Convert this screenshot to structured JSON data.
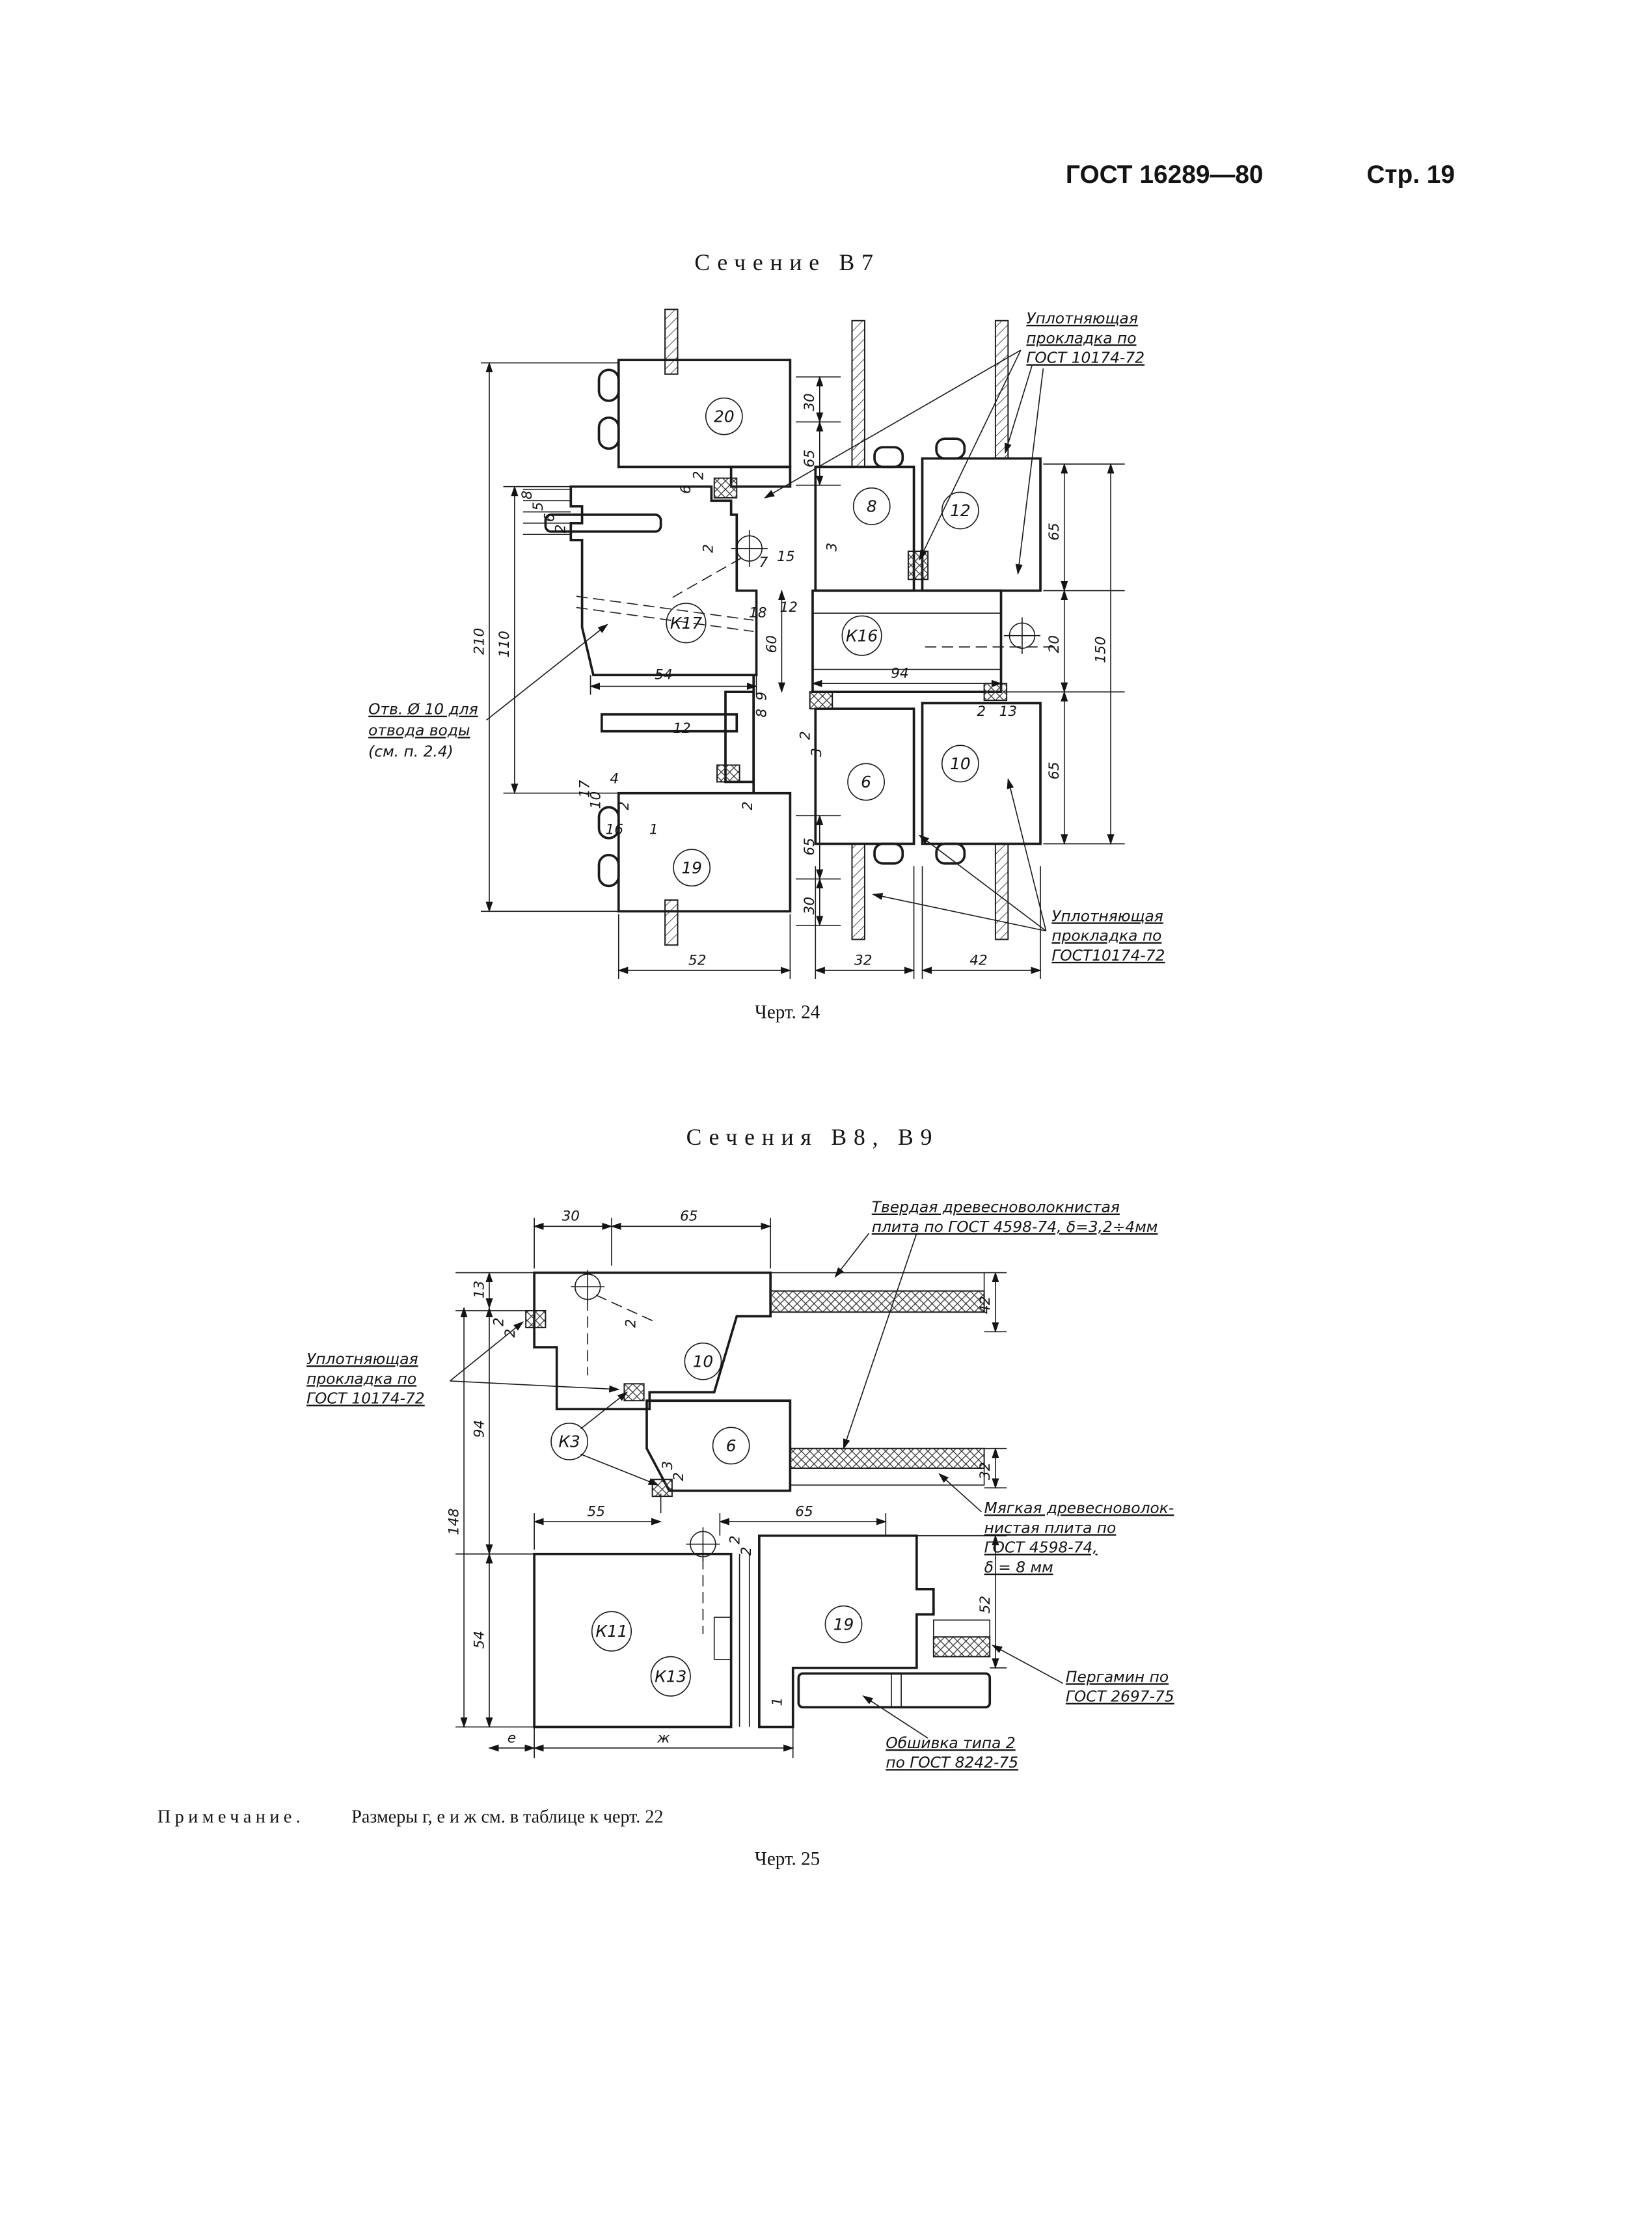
{
  "header": {
    "gost": "ГОСТ 16289—80",
    "page": "Стр. 19"
  },
  "s1": {
    "title": "Сечение В7",
    "caption": "Черт. 24",
    "ann_top": [
      "Уплотняющая",
      "прокладка по",
      "ГОСТ 10174-72"
    ],
    "ann_hole": [
      "Отв. Ø 10 для",
      "отвода воды",
      "(см. п. 2.4)"
    ],
    "ann_bottom": [
      "Уплотняющая",
      "прокладка по",
      "ГОСТ10174-72"
    ],
    "parts": [
      "20",
      "8",
      "12",
      "К17",
      "К16",
      "6",
      "10",
      "19"
    ],
    "dims": [
      "210",
      "110",
      "8",
      "5",
      "6",
      "2",
      "2",
      "6",
      "2",
      "7",
      "15",
      "3",
      "18",
      "12",
      "60",
      "54",
      "94",
      "9",
      "8",
      "2",
      "3",
      "2",
      "13",
      "12",
      "17",
      "10",
      "4",
      "2",
      "16",
      "1",
      "2",
      "30",
      "65",
      "65",
      "30",
      "65",
      "20",
      "150",
      "65",
      "52",
      "32",
      "42"
    ]
  },
  "s2": {
    "title": "Сечения В8, В9",
    "caption": "Черт. 25",
    "ann_hard": [
      "Твердая древесноволокнистая",
      "плита по ГОСТ 4598-74, δ=3,2÷4мм"
    ],
    "ann_gasket": [
      "Уплотняющая",
      "прокладка по",
      "ГОСТ 10174-72"
    ],
    "ann_soft": [
      "Мягкая древесноволок-",
      "нистая плита по",
      "ГОСТ 4598-74,",
      "δ = 8 мм"
    ],
    "ann_pergamin": [
      "Пергамин по",
      "ГОСТ 2697-75"
    ],
    "ann_cladding": [
      "Обшивка типа 2",
      "по ГОСТ 8242-75"
    ],
    "parts": [
      "10",
      "6",
      "К3",
      "К11",
      "К13",
      "19"
    ],
    "dims": [
      "30",
      "65",
      "13",
      "2",
      "2",
      "94",
      "148",
      "54",
      "2",
      "3",
      "2",
      "55",
      "65",
      "2",
      "2",
      "42",
      "32",
      "52",
      "1",
      "е",
      "ж"
    ]
  },
  "note": {
    "label": "Примечание.",
    "text": "Размеры г, е и ж см. в  таблице к черт. 22"
  }
}
